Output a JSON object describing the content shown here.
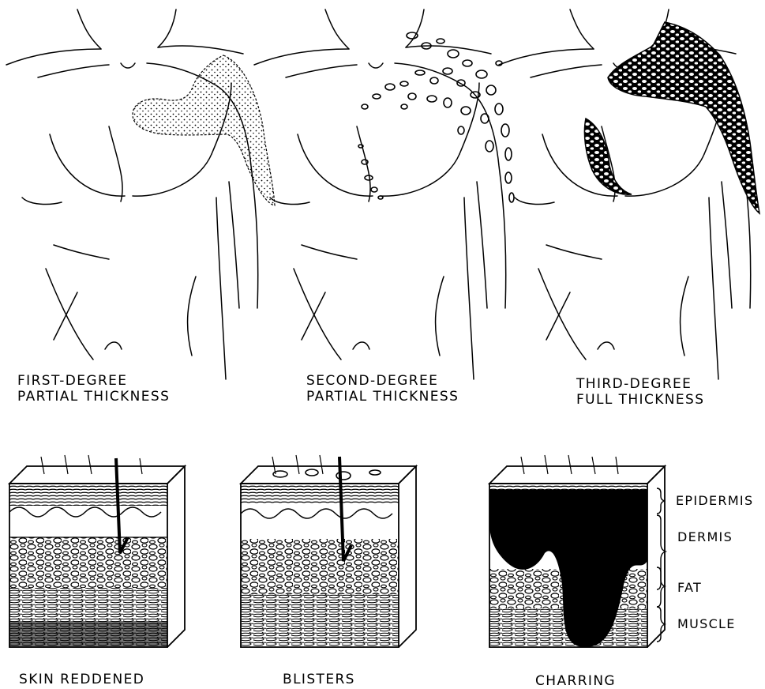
{
  "panels": [
    {
      "degree": "FIRST-DEGREE",
      "thickness": "PARTIAL THICKNESS",
      "sign": "SKIN REDDENED"
    },
    {
      "degree": "SECOND-DEGREE",
      "thickness": "PARTIAL THICKNESS",
      "sign": "BLISTERS"
    },
    {
      "degree": "THIRD-DEGREE",
      "thickness": "FULL THICKNESS",
      "sign": "CHARRING"
    }
  ],
  "layers": {
    "epidermis": "EPIDERMIS",
    "dermis": "DERMIS",
    "fat": "FAT",
    "muscle": "MUSCLE"
  },
  "colors": {
    "ink": "#000000",
    "paper": "#ffffff"
  }
}
